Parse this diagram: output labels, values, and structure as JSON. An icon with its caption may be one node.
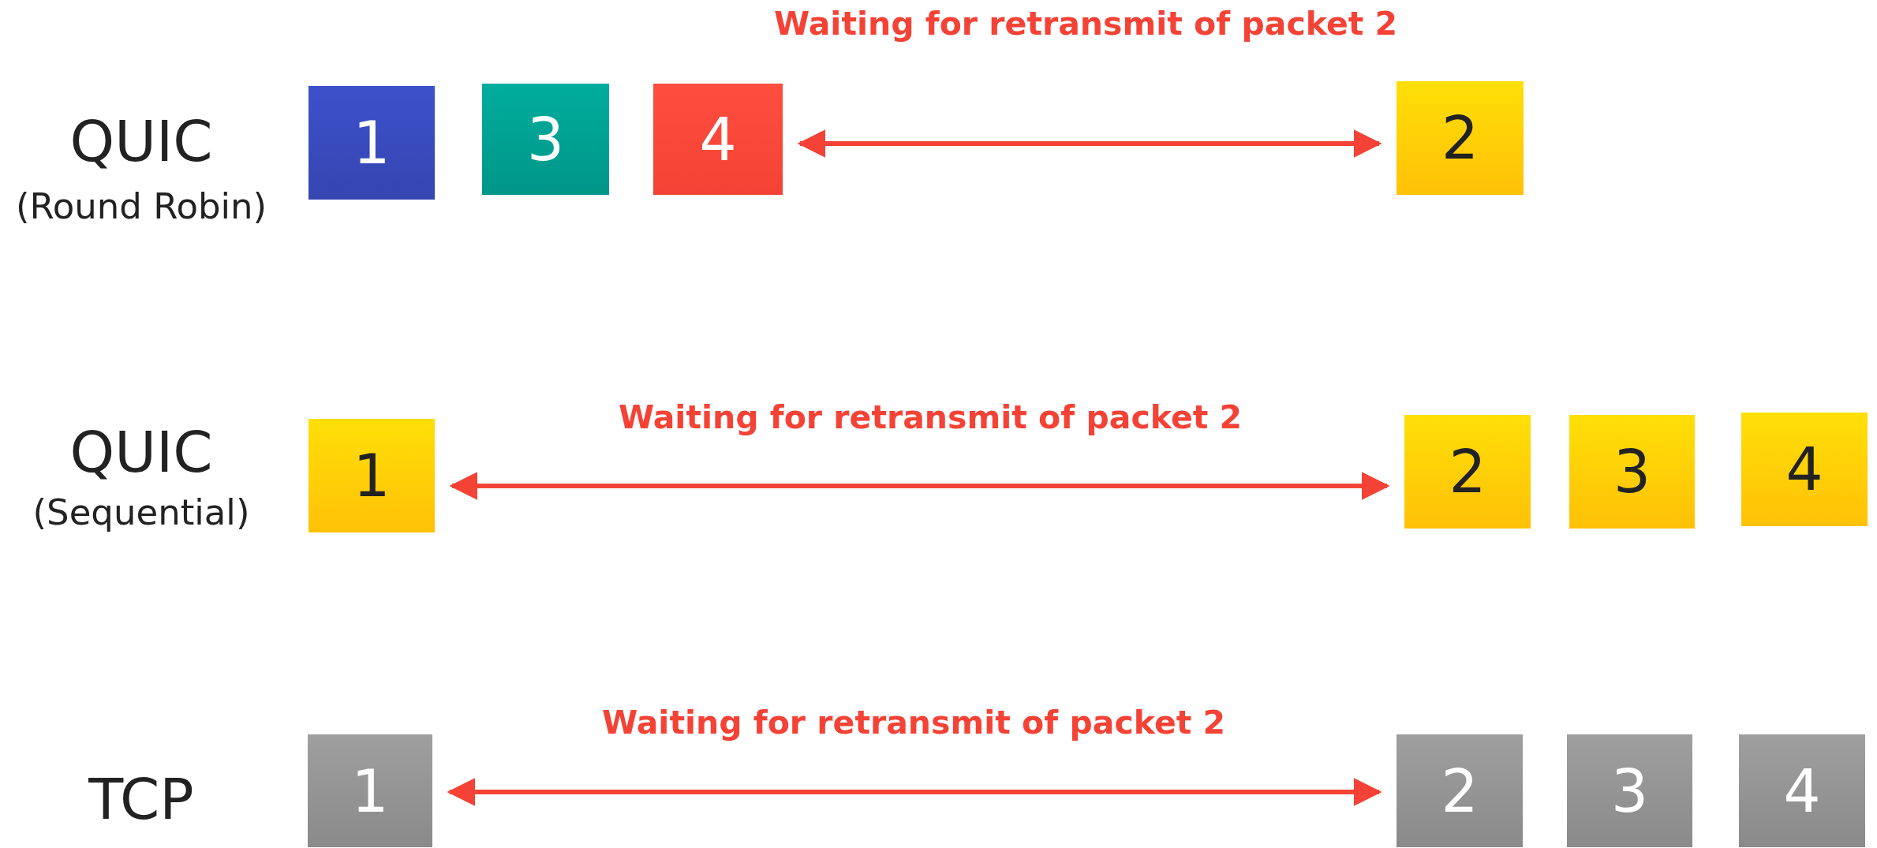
{
  "diagram": {
    "nodes": [
      {
        "text": [
          "1"
        ]
      },
      {
        "text": [
          "3"
        ]
      },
      {
        "text": [
          "4"
        ]
      },
      {
        "text": [
          "2"
        ]
      },
      {
        "text": [
          "1"
        ]
      },
      {
        "text": [
          "2"
        ]
      },
      {
        "text": [
          "3"
        ]
      },
      {
        "text": [
          "4"
        ]
      },
      {
        "text": [
          "1"
        ]
      },
      {
        "text": [
          "2"
        ]
      },
      {
        "text": [
          "3"
        ]
      },
      {
        "text": [
          "4"
        ]
      }
    ],
    "edges": [
      {
        "from": 2,
        "to": 3,
        "arrow": "both",
        "label": "Waiting for retransmit of packet 2"
      },
      {
        "from": 4,
        "to": 5,
        "arrow": "both",
        "label": "Waiting for retransmit of packet 2"
      },
      {
        "from": 8,
        "to": 9,
        "arrow": "both",
        "label": "Waiting for retransmit of packet 2"
      }
    ],
    "labels": [
      "QUIC",
      "(Round Robin)",
      "QUIC",
      "(Sequential)",
      "TCP"
    ]
  }
}
